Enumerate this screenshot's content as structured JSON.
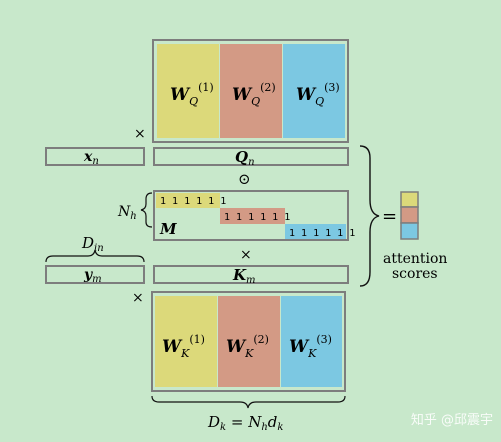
{
  "colors": {
    "background": "#c8e8cb",
    "head1": "#dcd97a",
    "head2": "#d39a85",
    "head3": "#7cc8e2",
    "border": "#7d7d7d"
  },
  "weights_q": {
    "base": "W",
    "sub": "Q",
    "supers": [
      "(1)",
      "(2)",
      "(3)"
    ]
  },
  "weights_k": {
    "base": "W",
    "sub": "K",
    "supers": [
      "(1)",
      "(2)",
      "(3)"
    ]
  },
  "times_symbol": "×",
  "odot_symbol": "⊙",
  "equals_symbol": "=",
  "x_vec": {
    "base": "x",
    "sub": "n"
  },
  "q_vec": {
    "base": "Q",
    "sub": "n"
  },
  "y_vec": {
    "base": "y",
    "sub": "m"
  },
  "k_vec": {
    "base": "K",
    "sub": "m"
  },
  "mask_label": "M",
  "mask_ones": "1 1 1 1 1 1",
  "nh_label": {
    "base": "N",
    "sub": "h"
  },
  "din_label": {
    "base": "D",
    "sub": "in"
  },
  "dk_label": {
    "lhs_base": "D",
    "lhs_sub": "k",
    "eq": " = ",
    "rhs_base": "N",
    "rhs_sub": "h",
    "rhs2_base": "d",
    "rhs2_sub": "k"
  },
  "scores_label": [
    "attention",
    "scores"
  ],
  "watermark": "知乎 @邱震宇"
}
